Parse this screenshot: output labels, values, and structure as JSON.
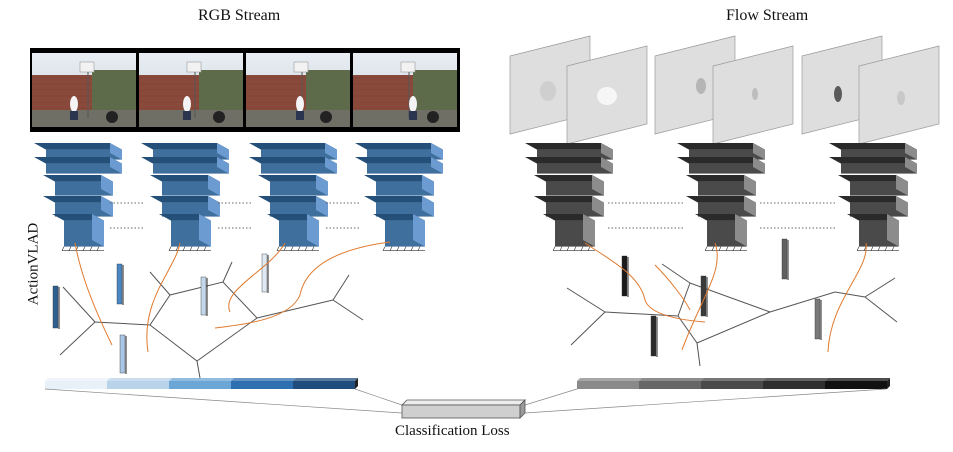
{
  "labels": {
    "rgb_stream": "RGB Stream",
    "flow_stream": "Flow Stream",
    "side_label": "ActionVLAD",
    "loss": "Classification Loss"
  },
  "colors": {
    "rgb_cnn_front": "#3f6f9c",
    "rgb_cnn_side": "#6b9bd1",
    "rgb_cnn_top": "#244f78",
    "flow_cnn_front": "#4a4a4a",
    "flow_cnn_side": "#8c8c8c",
    "flow_cnn_top": "#2a2a2a",
    "curve": "#e07a2e",
    "graph_line": "#555555",
    "rgb_segments": [
      "#e8f0f8",
      "#b9d3ea",
      "#6ba6d6",
      "#2d6fb0",
      "#1f4d7d"
    ],
    "flow_segments": [
      "#8a8a8a",
      "#666666",
      "#4a4a4a",
      "#2f2f2f",
      "#111111"
    ]
  },
  "icons": {
    "rgb_frames": "video-frame-strip",
    "flow_frames": "optical-flow-frame-pair",
    "cnn": "stacked-cnn-layer-icon",
    "descriptor": "descriptor-bar-icon",
    "vlad_graph": "vlad-cluster-graph-icon",
    "concat_bar": "concatenated-descriptor-bar-icon",
    "loss_block": "classification-loss-block-icon"
  }
}
